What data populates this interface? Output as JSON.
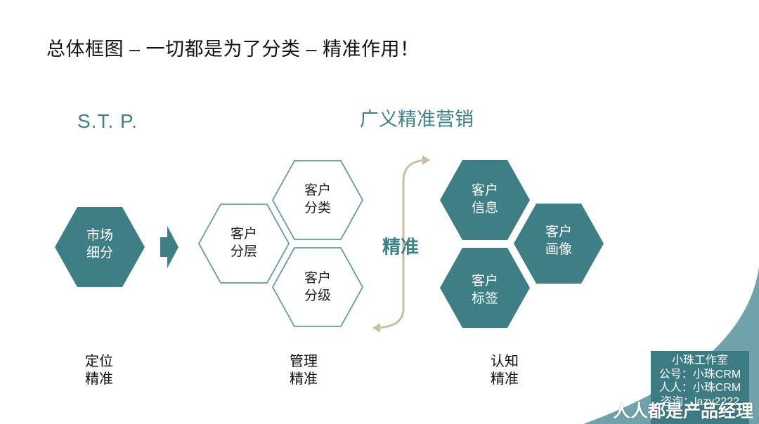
{
  "header": {
    "title": "总体框图 – 一切都是为了分类 – 精准作用！"
  },
  "stp_label": "S.T. P.",
  "broad_label": "广义精准营销",
  "hexagons": {
    "market": [
      "市场",
      "细分"
    ],
    "layering": [
      "客户",
      "分层"
    ],
    "classify": [
      "客户",
      "分类"
    ],
    "grading": [
      "客户",
      "分级"
    ],
    "info": [
      "客户",
      "信息"
    ],
    "portrait": [
      "客户",
      "画像"
    ],
    "tags": [
      "客户",
      "标签"
    ]
  },
  "precise_label": "精准",
  "bottom_labels": {
    "positioning": [
      "定位",
      "精准"
    ],
    "management": [
      "管理",
      "精准"
    ],
    "cognition": [
      "认知",
      "精准"
    ]
  },
  "studio_box": {
    "lines": [
      "小珠工作室",
      "公号：小珠CRM",
      "人人：小珠CRM",
      "咨询：lazy2222"
    ]
  },
  "watermark": "人人都是产品经理",
  "colors": {
    "teal_dark": "#3e7f86",
    "teal_text": "#3d8088",
    "outline": "#5f9ca3",
    "beige_arrow": "#c9bfa6",
    "background": "#ffffff"
  }
}
